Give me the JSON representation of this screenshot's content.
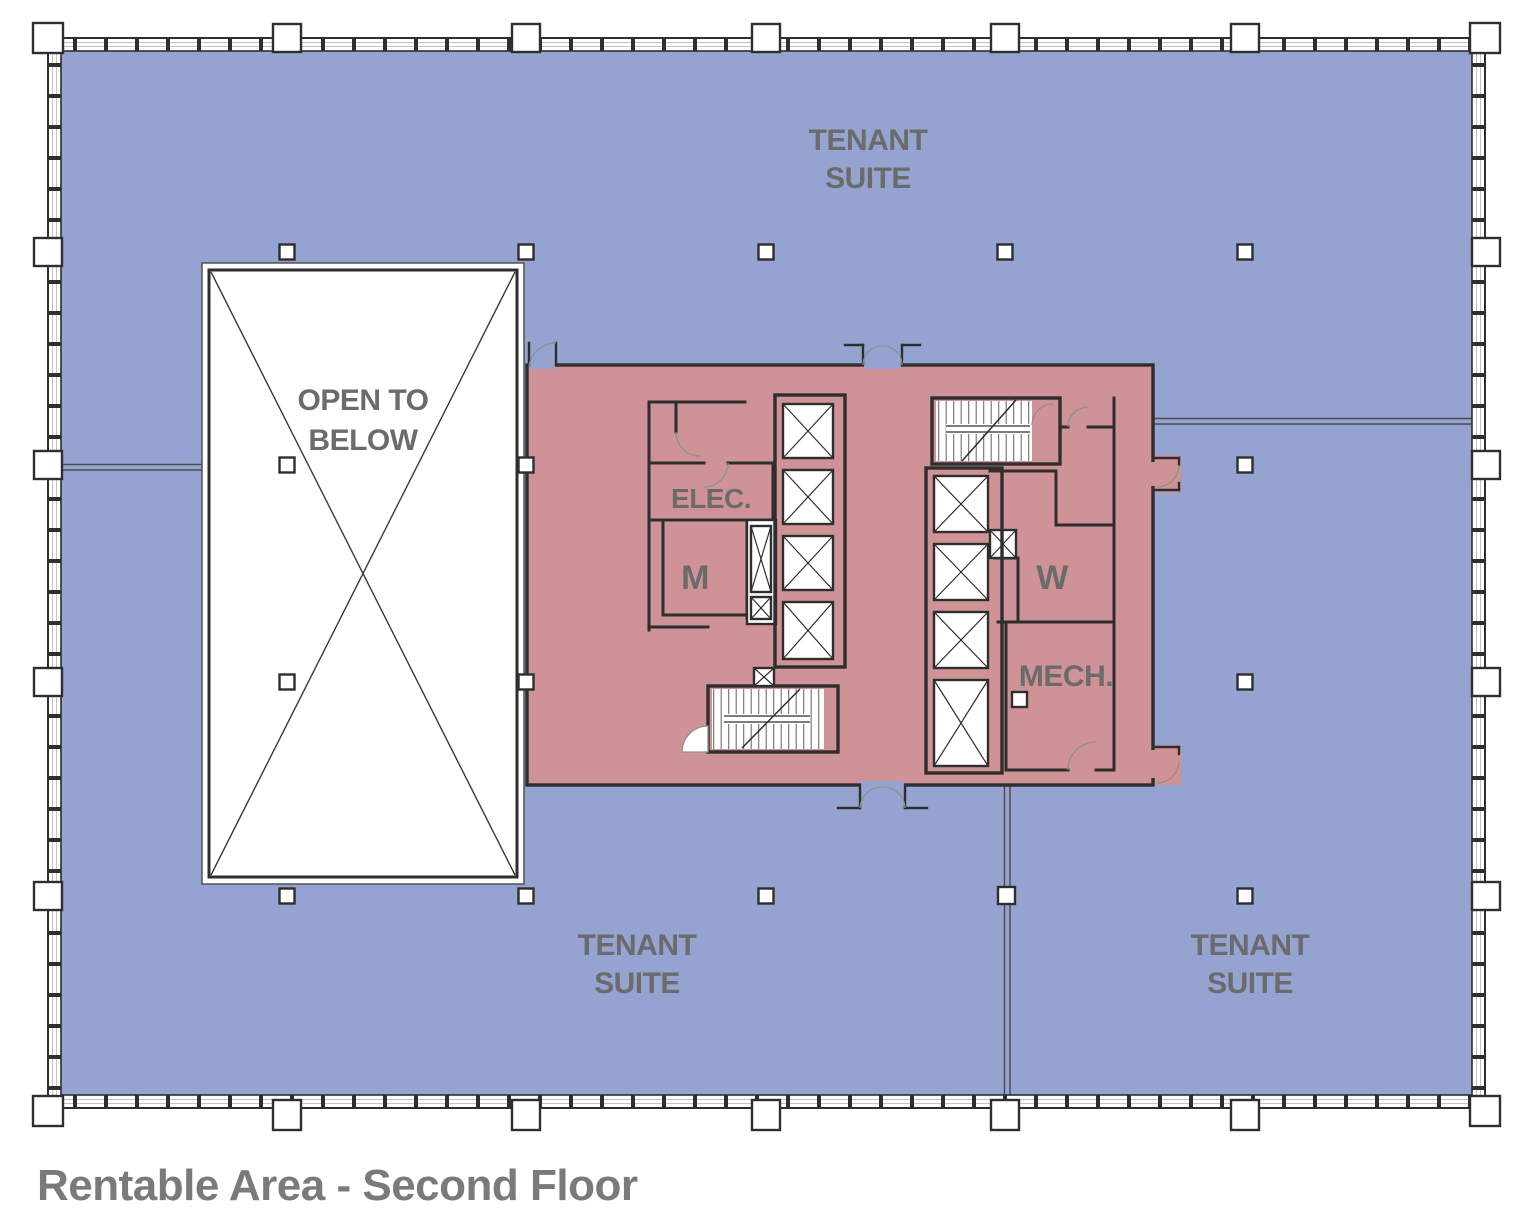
{
  "page_title": "Rentable Area - Second Floor",
  "colors": {
    "tenant_fill": "#95a3d0",
    "core_fill": "#cf9296",
    "wall_line": "#2e2e2e",
    "label_text": "#6b6b6b",
    "title_text": "#7a7a7a"
  },
  "labels": {
    "tenant_suite_line1": "TENANT",
    "tenant_suite_line2": "SUITE",
    "open_to_below_line1": "OPEN TO",
    "open_to_below_line2": "BELOW",
    "electrical_room": "ELEC.",
    "mens_restroom": "M",
    "womens_restroom": "W",
    "mechanical_room": "MECH."
  }
}
